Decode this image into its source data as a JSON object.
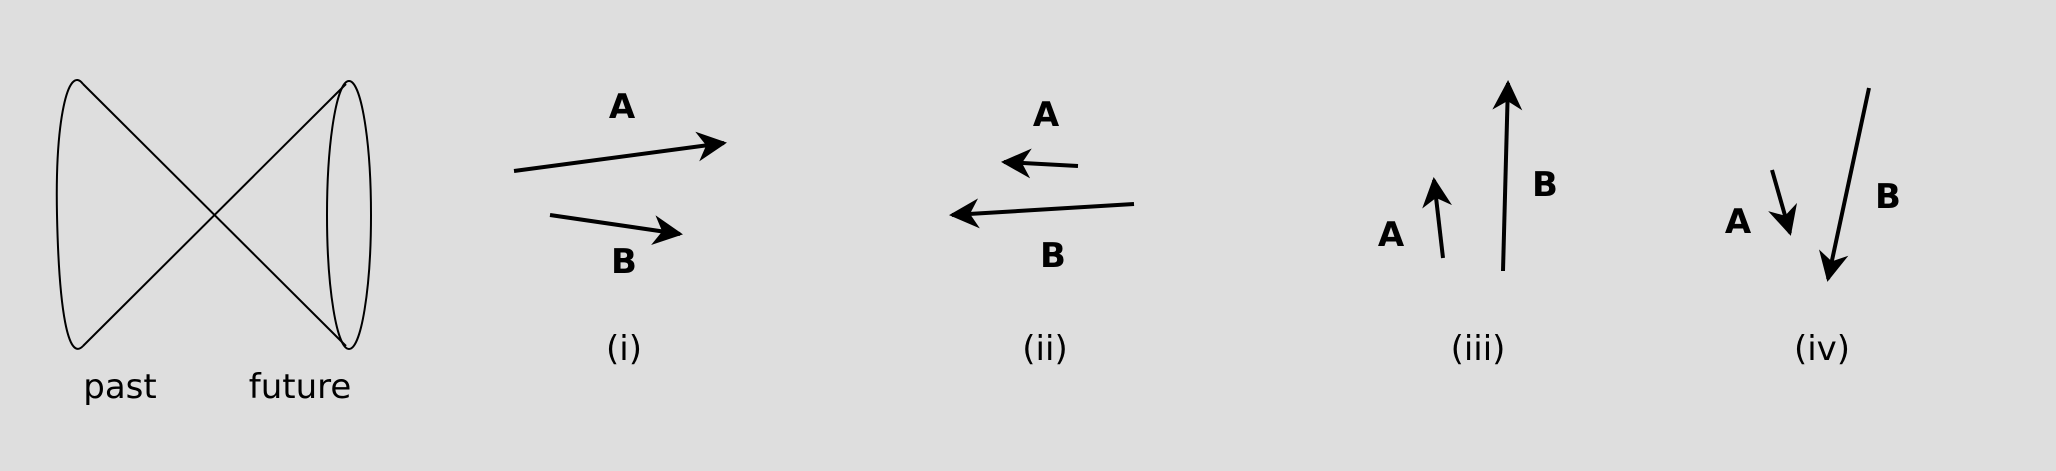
{
  "diagram": {
    "light_cone": {
      "past_label": "past",
      "future_label": "future"
    },
    "panels": [
      {
        "label": "(i)",
        "vector_a": "A",
        "vector_b": "B"
      },
      {
        "label": "(ii)",
        "vector_a": "A",
        "vector_b": "B"
      },
      {
        "label": "(iii)",
        "vector_a": "A",
        "vector_b": "B"
      },
      {
        "label": "(iv)",
        "vector_a": "A",
        "vector_b": "B"
      }
    ],
    "colors": {
      "background": "#dedede",
      "ink": "#000000"
    }
  }
}
